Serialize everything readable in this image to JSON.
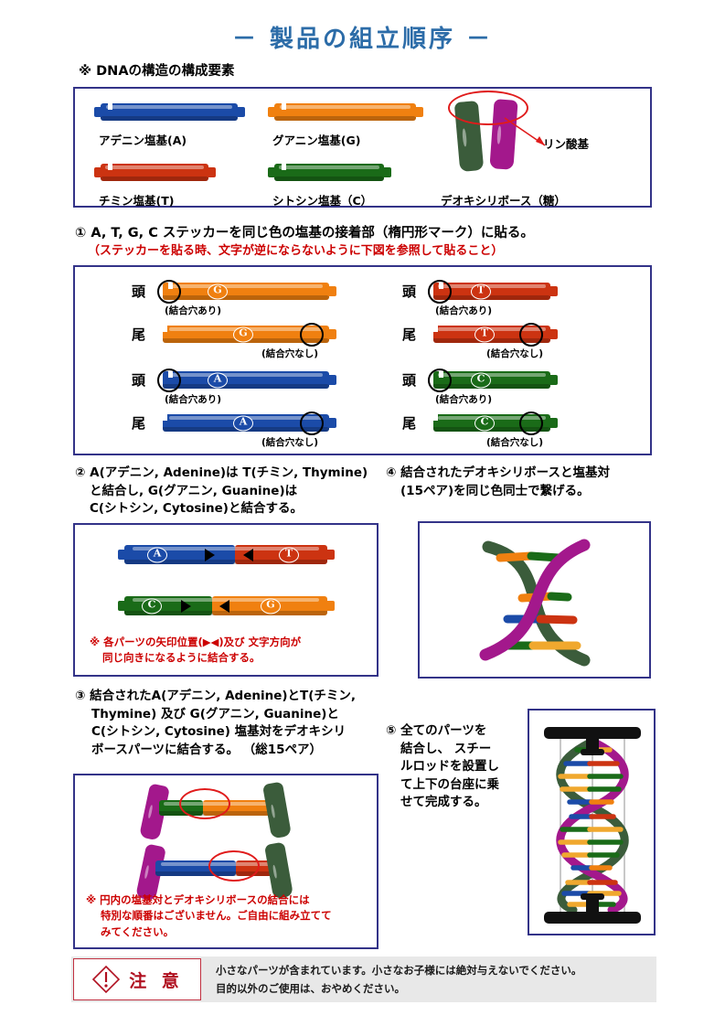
{
  "title": "－ 製品の組立順序 －",
  "parts_section": {
    "heading": "※ DNAの構造の構成要素",
    "items": [
      {
        "label": "アデニン塩基(A)",
        "color": "#1b4ba8",
        "letter": "A"
      },
      {
        "label": "グアニン塩基(G)",
        "color": "#f08010",
        "letter": "G"
      },
      {
        "label": "チミン塩基(T)",
        "color": "#cc3311",
        "letter": "T"
      },
      {
        "label": "シトシン塩基（C）",
        "color": "#1a6b18",
        "letter": "C"
      }
    ],
    "sugar": {
      "label": "デオキシリボース（糖）",
      "callout": "リン酸基",
      "colors": [
        "#3b5c3b",
        "#a3188c"
      ]
    }
  },
  "step1": {
    "number": "①",
    "text": "A, T, G, C ステッカーを同じ色の塩基の接着部（楕円形マーク）に貼る。",
    "note": "（ステッカーを貼る時、文字が逆にならないように下図を参照して貼ること）",
    "head_label": "頭",
    "tail_label": "尾",
    "hole_yes": "(結合穴あり)",
    "hole_no": "(結合穴なし)",
    "rods": [
      {
        "letter": "G",
        "color": "#f08010",
        "side": "left"
      },
      {
        "letter": "T",
        "color": "#cc3311",
        "side": "right"
      },
      {
        "letter": "A",
        "color": "#1b4ba8",
        "side": "left"
      },
      {
        "letter": "C",
        "color": "#1a6b18",
        "side": "right"
      }
    ]
  },
  "step2": {
    "number": "②",
    "lines": [
      "A(アデニン, Adenine)は T(チミン, Thymine)",
      "と結合し, G(グアニン, Guanine)は",
      "C(シトシン, Cytosine)と結合する。"
    ],
    "pairs": [
      {
        "left_letter": "A",
        "left_color": "#1b4ba8",
        "right_letter": "T",
        "right_color": "#cc3311"
      },
      {
        "left_letter": "C",
        "left_color": "#1a6b18",
        "right_letter": "G",
        "right_color": "#f08010"
      }
    ],
    "note_lines": [
      "※ 各パーツの矢印位置(▶◀)及び 文字方向が",
      "同じ向きになるように結合する。"
    ]
  },
  "step3": {
    "number": "③",
    "lines": [
      "結合されたA(アデニン, Adenine)とT(チミン,",
      "Thymine) 及び G(グアニン, Guanine)と",
      "C(シトシン, Cytosine) 塩基対をデオキシリ",
      "ボースパーツに結合する。 （総15ペア）"
    ],
    "note_lines": [
      "※ 円内の塩基対とデオキシリボースの結合には",
      "特別な順番はございません。ご自由に組み立てて",
      "みてください。"
    ]
  },
  "step4": {
    "number": "④",
    "lines": [
      "結合されたデオキシリボースと塩基対",
      "(15ペア)を同じ色同士で繋げる。"
    ]
  },
  "step5": {
    "number": "⑤",
    "lines": [
      "全てのパーツを",
      "結合し、 スチー",
      "ルロッドを設置し",
      "て上下の台座に乗",
      "せて完成する。"
    ]
  },
  "caution": {
    "word": "注 意",
    "icon": "warning-diamond-icon",
    "lines": [
      "小さなパーツが含まれています。小さなお子様には絶対与えないでください。",
      "目的以外のご使用は、おやめください。"
    ]
  },
  "colors": {
    "title": "#2c6ca8",
    "border": "#333388",
    "red_note": "#cc0000",
    "caution": "#b01020"
  }
}
